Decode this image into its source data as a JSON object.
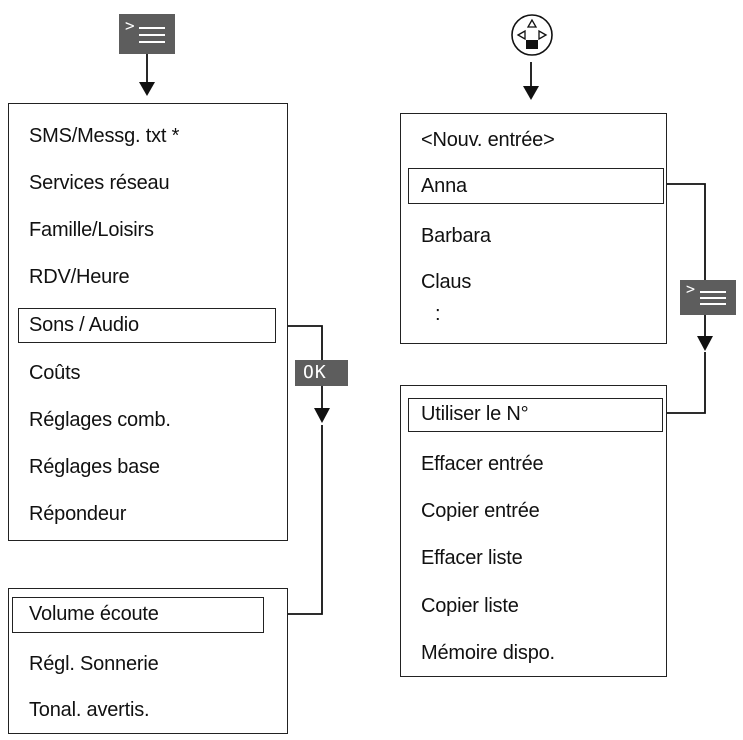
{
  "menu_key_glyph": ">",
  "ok_key_label": "OK",
  "main_menu": {
    "items": [
      "SMS/Messg. txt *",
      "Services réseau",
      "Famille/Loisirs",
      "RDV/Heure",
      "Sons / Audio",
      "Coûts",
      "Réglages comb.",
      "Réglages base",
      "Répondeur"
    ],
    "selected_index": 4
  },
  "audio_menu": {
    "items": [
      "Volume écoute",
      "Régl. Sonnerie",
      "Tonal. avertis."
    ],
    "selected_index": 0
  },
  "phonebook": {
    "items": [
      "<Nouv. entrée>",
      "Anna",
      "Barbara",
      "Claus"
    ],
    "ellipsis": ":",
    "selected_index": 1
  },
  "entry_menu": {
    "items": [
      "Utiliser le N°",
      "Effacer entrée",
      "Copier entrée",
      "Effacer liste",
      "Copier liste",
      "Mémoire dispo."
    ],
    "selected_index": 0
  }
}
